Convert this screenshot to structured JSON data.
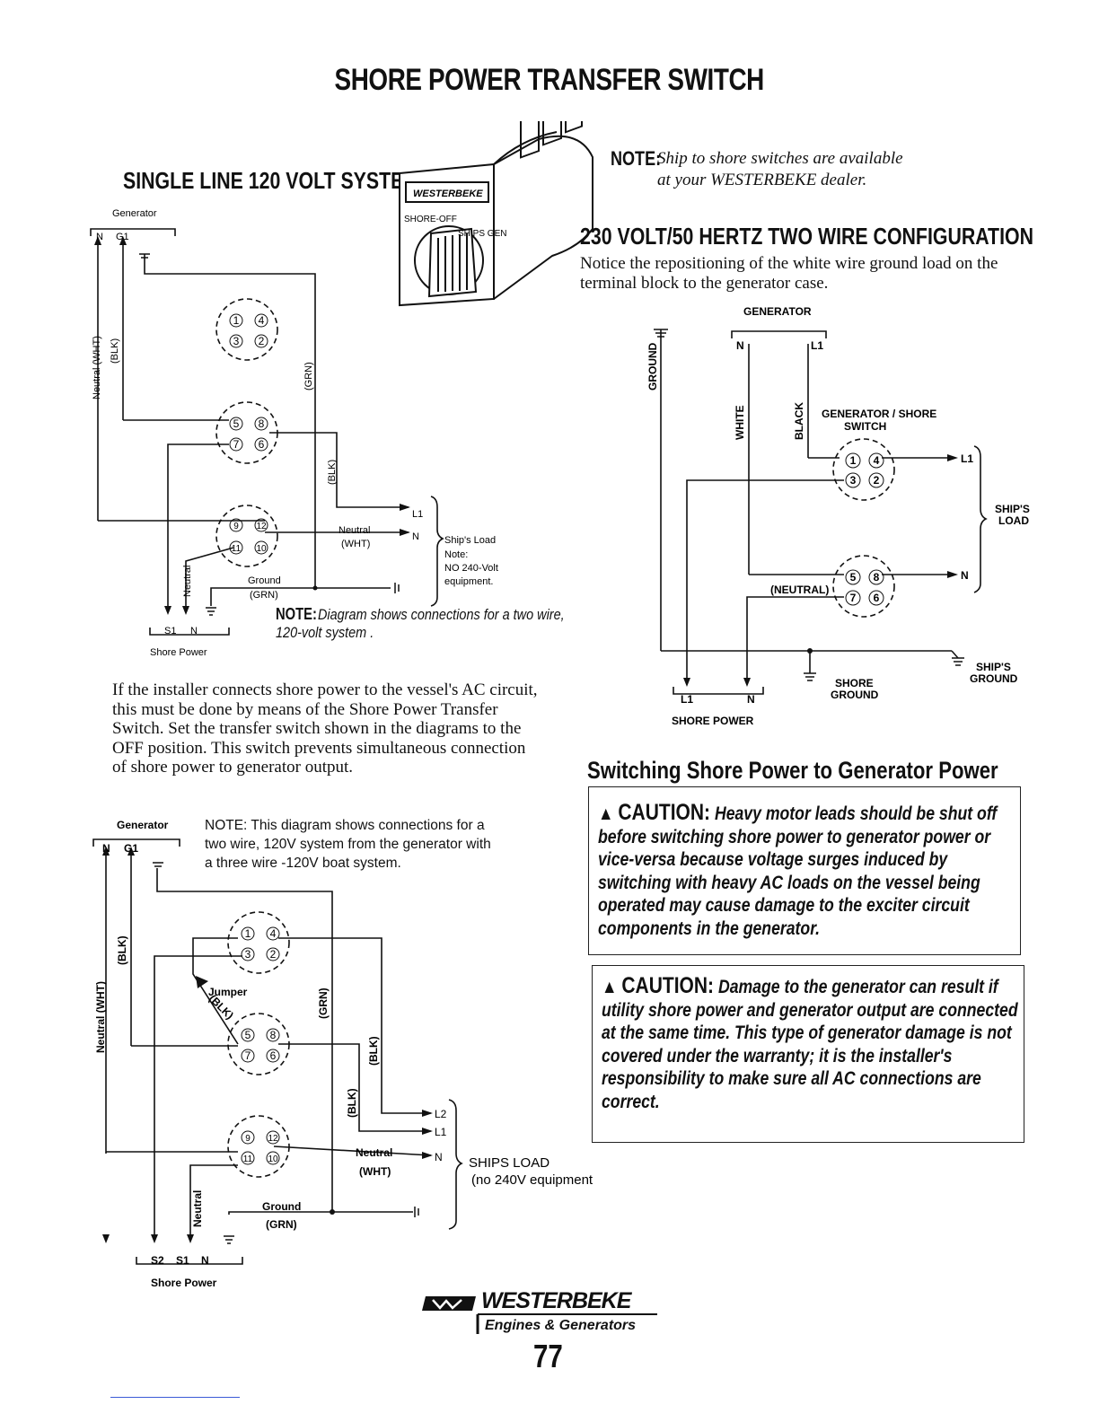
{
  "page": {
    "title": "SHORE POWER TRANSFER SWITCH",
    "page_number": "77"
  },
  "brand": {
    "name": "WESTERBEKE",
    "tagline": "Engines & Generators"
  },
  "switch_illustration": {
    "label_brand": "WESTERBEKE",
    "label_left": "SHORE-OFF",
    "label_right": "SHIPS GEN"
  },
  "diagram1": {
    "heading": "SINGLE LINE 120 VOLT SYSTEM",
    "generator": "Generator",
    "n": "N",
    "g1": "G1",
    "wire_neutral_wht": "Neutral (WHT)",
    "wire_blk": "(BLK)",
    "wire_grn": "(GRN)",
    "wire_blk2": "(BLK)",
    "wire_neutral": "Neutral",
    "neutral_label": "Neutral",
    "neutral_wht": "(WHT)",
    "ground_label": "Ground",
    "ground_grn": "(GRN)",
    "l1": "L1",
    "n_out": "N",
    "ships_load": "Ship's Load",
    "note_label": "Note:",
    "note_text1": "NO 240-Volt",
    "note_text2": "equipment.",
    "s1": "S1",
    "n_shore": "N",
    "shore_power": "Shore Power",
    "note_bold": "NOTE:",
    "note_line1": "Diagram shows connections for a two wire,",
    "note_line2": "120-volt system .",
    "terminals": [
      "1",
      "4",
      "3",
      "2",
      "5",
      "8",
      "7",
      "6",
      "9",
      "12",
      "11",
      "10"
    ]
  },
  "note_dealer": {
    "bold": "NOTE:",
    "line1": "Ship to shore switches are available",
    "line2": "at your WESTERBEKE dealer."
  },
  "diagram2": {
    "heading": "230 VOLT/50 HERTZ TWO WIRE CONFIGURATION",
    "intro": "Notice the repositioning of the white wire ground load on the terminal block to the generator case.",
    "generator": "GENERATOR",
    "n": "N",
    "l1": "L1",
    "ground": "GROUND",
    "white": "WHITE",
    "black": "BLACK",
    "switch_label1": "GENERATOR / SHORE",
    "switch_label2": "SWITCH",
    "out_l1": "L1",
    "out_n": "N",
    "ships_load1": "SHIP'S",
    "ships_load2": "LOAD",
    "neutral": "(NEUTRAL)",
    "ships_ground1": "SHIP'S",
    "ships_ground2": "GROUND",
    "shore_ground1": "SHORE",
    "shore_ground2": "GROUND",
    "shore_l1": "L1",
    "shore_n": "N",
    "shore_power": "SHORE POWER"
  },
  "install_paragraph": "If the installer connects shore power to the vessel's AC circuit, this must be done by means of the Shore Power Transfer Switch. Set the transfer switch shown in the diagrams to the OFF position. This switch prevents simultaneous connection of shore power to generator output.",
  "diagram3": {
    "generator": "Generator",
    "n": "N",
    "g1": "G1",
    "note_line1": "NOTE: This diagram shows connections for a",
    "note_line2": "two wire, 120V system from the generator with",
    "note_line3": "a three wire -120V boat system.",
    "wire_neutral_wht": "Neutral (WHT)",
    "wire_blk": "(BLK)",
    "jumper": "Jumper",
    "jumper_blk": "(BLK)",
    "wire_grn": "(GRN)",
    "wire_blk2": "(BLK)",
    "wire_blk3": "(BLK)",
    "wire_neutral": "Neutral",
    "neutral_label": "Neutral",
    "neutral_wht": "(WHT)",
    "ground_label": "Ground",
    "ground_grn": "(GRN)",
    "l2": "L2",
    "l1": "L1",
    "n_out": "N",
    "ships_load": "SHIPS LOAD",
    "ships_load_note": "(no 240V equipment )",
    "s2": "S2",
    "s1": "S1",
    "n_shore": "N",
    "shore_power": "Shore Power"
  },
  "switching_section": {
    "heading": "Switching Shore Power to Generator Power",
    "caution1_label": "CAUTION:",
    "caution1_text": "Heavy motor leads should be shut off before switching shore power to generator power or vice-versa because voltage surges induced by switching with heavy AC loads on the vessel being operated may cause damage to the exciter circuit components in the generator.",
    "caution2_label": "CAUTION:",
    "caution2_text": "Damage to the generator can result if utility shore power and generator output are connected at the same time. This type of generator damage is not covered under the warranty; it is the installer's responsibility to make sure all AC connections are correct."
  },
  "colors": {
    "ink": "#111111",
    "footer_rule": "#3b5bd6"
  }
}
